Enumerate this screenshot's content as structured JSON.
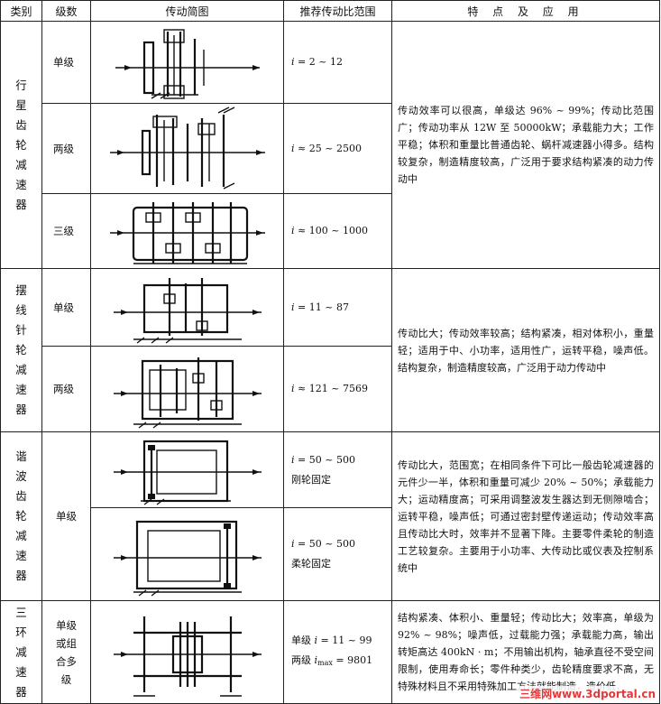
{
  "headers": {
    "category": "类别",
    "level": "级数",
    "diagram": "传动简图",
    "ratio": "推荐传动比范围",
    "features": "特 点 及 应 用"
  },
  "groups": [
    {
      "category": "行星齿轮减速器",
      "rows": [
        {
          "level": "单级",
          "ratio_var": "i",
          "ratio_val": " = 2 ~ 12",
          "diagram_icon": "planetary-single-stage-diagram"
        },
        {
          "level": "两级",
          "ratio_var": "i",
          "ratio_val": " ≈ 25 ~ 2500",
          "diagram_icon": "planetary-two-stage-diagram"
        },
        {
          "level": "三级",
          "ratio_var": "i",
          "ratio_val": " ≈ 100 ~ 1000",
          "diagram_icon": "planetary-three-stage-diagram"
        }
      ],
      "features": "传动效率可以很高，单级达 96% ~ 99%；传动比范围广；传动功率从 12W 至 50000kW；承载能力大；工作平稳；体积和重量比普通齿轮、蜗杆减速器小得多。结构较复杂，制造精度较高，广泛用于要求结构紧凑的动力传动中"
    },
    {
      "category": "摆线针轮减速器",
      "rows": [
        {
          "level": "单级",
          "ratio_var": "i",
          "ratio_val": " = 11 ~ 87",
          "diagram_icon": "cycloid-single-stage-diagram"
        },
        {
          "level": "两级",
          "ratio_var": "i",
          "ratio_val": " ≈ 121 ~ 7569",
          "diagram_icon": "cycloid-two-stage-diagram"
        }
      ],
      "features": "传动比大；传动效率较高；结构紧凑，相对体积小，重量轻；适用于中、小功率，适用性广，运转平稳，噪声低。结构复杂，制造精度较高，广泛用于动力传动中"
    },
    {
      "category": "谐波齿轮减速器",
      "level": "单级",
      "rows": [
        {
          "ratio_var": "i",
          "ratio_val": " = 50 ~ 500",
          "ratio_note": "刚轮固定",
          "diagram_icon": "harmonic-rigid-fixed-diagram"
        },
        {
          "ratio_var": "i",
          "ratio_val": " = 50 ~ 500",
          "ratio_note": "柔轮固定",
          "diagram_icon": "harmonic-flex-fixed-diagram"
        }
      ],
      "features": "传动比大，范围宽；在相同条件下可比一般齿轮减速器的元件少一半，体积和重量可减少 20% ~ 50%；承载能力大；运动精度高；可采用调整波发生器达到无侧隙啮合；运转平稳，噪声低；可通过密封壁传递运动；传动效率高且传动比大时，效率并不显著下降。主要零件柔轮的制造工艺较复杂。主要用于小功率、大传动比或仪表及控制系统中"
    },
    {
      "category": "三环减速器",
      "level": "单级或组合多级",
      "ratio_line1_pre": "单级 ",
      "ratio_line1_var": "i",
      "ratio_line1_val": " = 11 ~ 99",
      "ratio_line2_pre": "两级 ",
      "ratio_line2_var": "i",
      "ratio_line2_sub": "max",
      "ratio_line2_val": " = 9801",
      "diagram_icon": "three-ring-diagram",
      "features": "结构紧凑、体积小、重量轻；传动比大；效率高，单级为 92% ~ 98%；噪声低，过载能力强；承载能力高，输出转矩高达 400kN · m；不用输出机构，轴承直径不受空间限制，使用寿命长；零件种类少，齿轮精度要求不高，无特殊材料且不采用特殊加工方法就能制造，造价低，"
    }
  ],
  "watermark": "三维网www.3dportal.cn"
}
